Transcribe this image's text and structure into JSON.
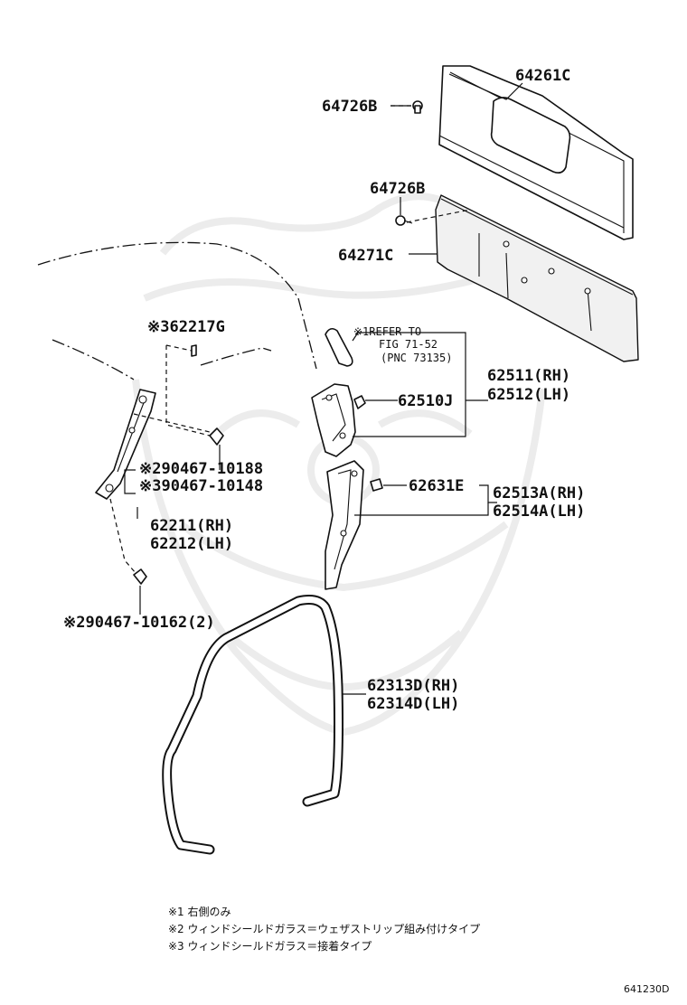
{
  "labels": {
    "p64261c": "64261C",
    "p64726b_top": "64726B",
    "p64726b_mid": "64726B",
    "p64271c": "64271C",
    "p62217g": "※362217G",
    "refer_line1": "※1REFER TO",
    "refer_line2": "FIG 71-52",
    "refer_line3": "(PNC 73135)",
    "p62511": "62511(RH)",
    "p62512": "62512(LH)",
    "p62510j": "62510J",
    "p90467_10188": "※290467-10188",
    "p90467_10148": "※390467-10148",
    "p62631e": "62631E",
    "p62513a": "62513A(RH)",
    "p62514a": "62514A(LH)",
    "p62211": "62211(RH)",
    "p62212": "62212(LH)",
    "p90467_10162": "※290467-10162(2)",
    "p62313d": "62313D(RH)",
    "p62314d": "62314D(LH)"
  },
  "footnotes": [
    "※1 右側のみ",
    "※2 ウィンドシールドガラス＝ウェザストリップ組み付けタイプ",
    "※3 ウィンドシールドガラス＝接着タイプ"
  ],
  "diagram_code": "641230D",
  "watermark": "samurai-helmet-icon"
}
